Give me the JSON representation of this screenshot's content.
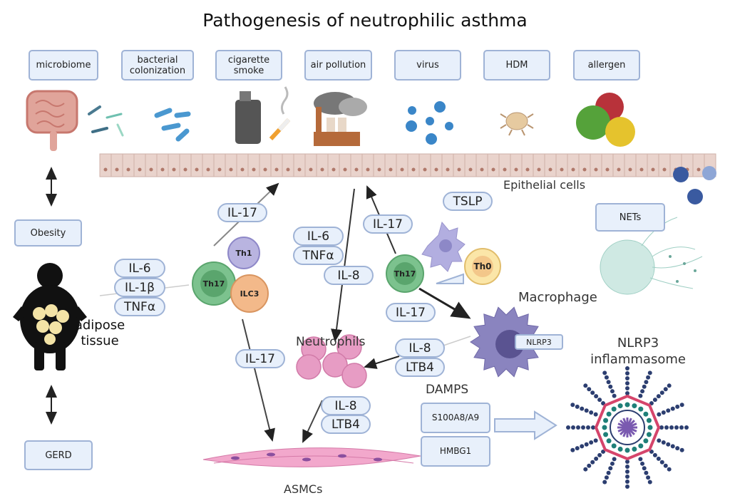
{
  "title": "Pathogenesis of neutrophilic asthma",
  "triggers": [
    {
      "label": "microbiome"
    },
    {
      "label": "bacterial colonization"
    },
    {
      "label": "cigarette smoke"
    },
    {
      "label": "air pollution"
    },
    {
      "label": "virus"
    },
    {
      "label": "HDM"
    },
    {
      "label": "allergen"
    }
  ],
  "epithelium_label": "Epithelial cells",
  "obesity": "Obesity",
  "gerd": "GERD",
  "adipose_label": "adipose tissue",
  "adipose_cytokines": [
    "IL-6",
    "IL-1β",
    "TNFα"
  ],
  "cells": {
    "th17_left": "Th17",
    "th1": "Th1",
    "ilc3": "ILC3",
    "th17_right": "Th17",
    "th0": "Th0",
    "macrophage": "Macrophage",
    "nlrp3_tag": "NLRP3",
    "neutrophils": "Neutrophils",
    "asmcs": "ASMCs",
    "nets": "NETs"
  },
  "pills": {
    "il17_left_up": "IL-17",
    "il6_center": "IL-6",
    "tnfa_center": "TNFα",
    "il8_center": "IL-8",
    "il17_right_up": "IL-17",
    "tslp": "TSLP",
    "il17_macrophage": "IL-17",
    "il8_macrophage": "IL-8",
    "ltb4_macrophage": "LTB4",
    "il17_asm": "IL-17",
    "il8_neutro": "IL-8",
    "ltb4_neutro": "LTB4"
  },
  "damps": {
    "title": "DAMPS",
    "items": [
      "S100A8/A9",
      "HMBG1"
    ]
  },
  "inflammasome_label": "NLRP3 inflammasome",
  "colors": {
    "box_fill": "#e8f0fb",
    "box_border": "#9fb3d6",
    "epithelium": "#e9d3cc",
    "th17": "#7cc28e",
    "th0": "#f7d98e",
    "macrophage": "#8a84bf",
    "neutrophil": "#e79cc4",
    "inflammasome_ring": "#d5456b"
  }
}
